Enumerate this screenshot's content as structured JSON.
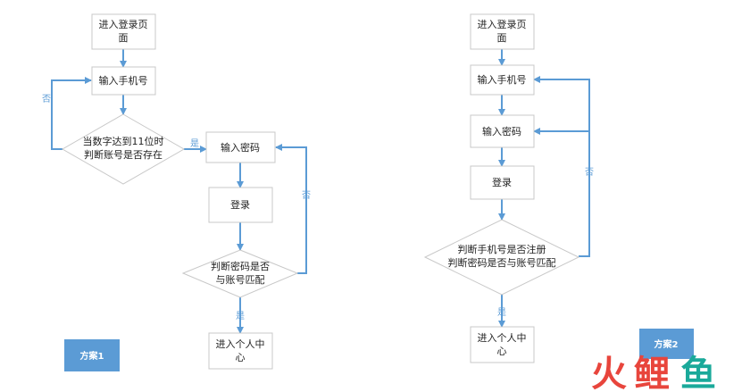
{
  "colors": {
    "accent": "#5b9bd5",
    "box_border": "#c8c8c8",
    "watermark_red": "#e8453c",
    "watermark_teal": "#1aa99a"
  },
  "scheme1": {
    "tag": "方案1",
    "enter_login": [
      "进入登录页",
      "面"
    ],
    "input_phone": "输入手机号",
    "check": [
      "当数字达到11位时",
      "判断账号是否存在"
    ],
    "input_password": "输入密码",
    "login": "登录",
    "match": [
      "判断密码是否",
      "与账号匹配"
    ],
    "personal": [
      "进入个人中",
      "心"
    ],
    "yes_1": "是",
    "no_1": "否",
    "yes_2": "是",
    "no_2": "否"
  },
  "scheme2": {
    "tag": "方案2",
    "enter_login": [
      "进入登录页",
      "面"
    ],
    "input_phone": "输入手机号",
    "input_password": "输入密码",
    "login": "登录",
    "check": [
      "判断手机号是否注册",
      "判断密码是否与账号匹配"
    ],
    "personal": [
      "进入个人中",
      "心"
    ],
    "yes": "是",
    "no": "否"
  },
  "watermark": {
    "char_1": "火",
    "char_2": "鲤",
    "char_3": "鱼"
  }
}
